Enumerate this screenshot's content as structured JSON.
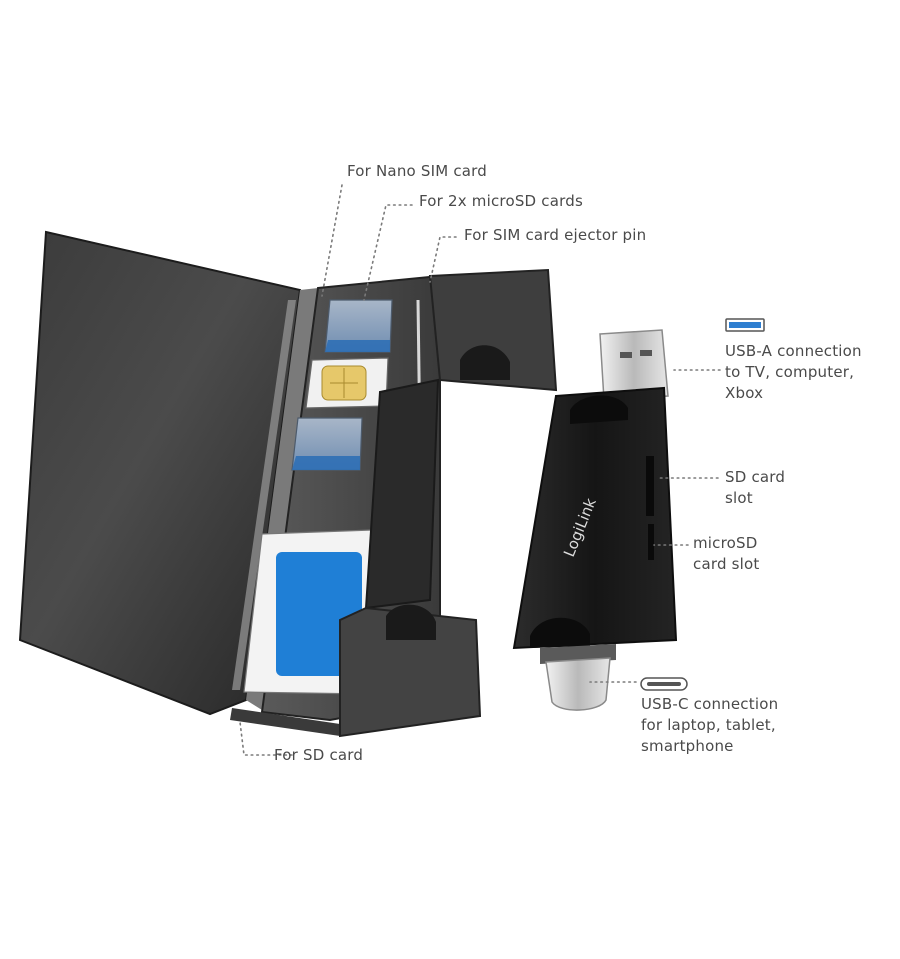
{
  "labels": {
    "nano_sim": "For Nano SIM card",
    "microsd_2x": "For 2x microSD cards",
    "ejector_pin": "For SIM card ejector pin",
    "sd_card": "For SD card",
    "usb_a": [
      "USB-A connection",
      "to TV, computer,",
      "Xbox"
    ],
    "sd_slot": [
      "SD card",
      "slot"
    ],
    "microsd_slot": [
      "microSD",
      "card slot"
    ],
    "usb_c": [
      "USB-C connection",
      "for laptop, tablet,",
      "smartphone"
    ]
  },
  "brand": "LogiLink",
  "colors": {
    "case_dark": "#2b2b2b",
    "card_blue": "#1f7fd6",
    "sim_gold": "#e6c86a",
    "usb_icon_blue": "#2f7fd1",
    "label_text": "#4a4a4a"
  },
  "icons": [
    "usb-a-port-icon",
    "usb-c-port-icon"
  ]
}
